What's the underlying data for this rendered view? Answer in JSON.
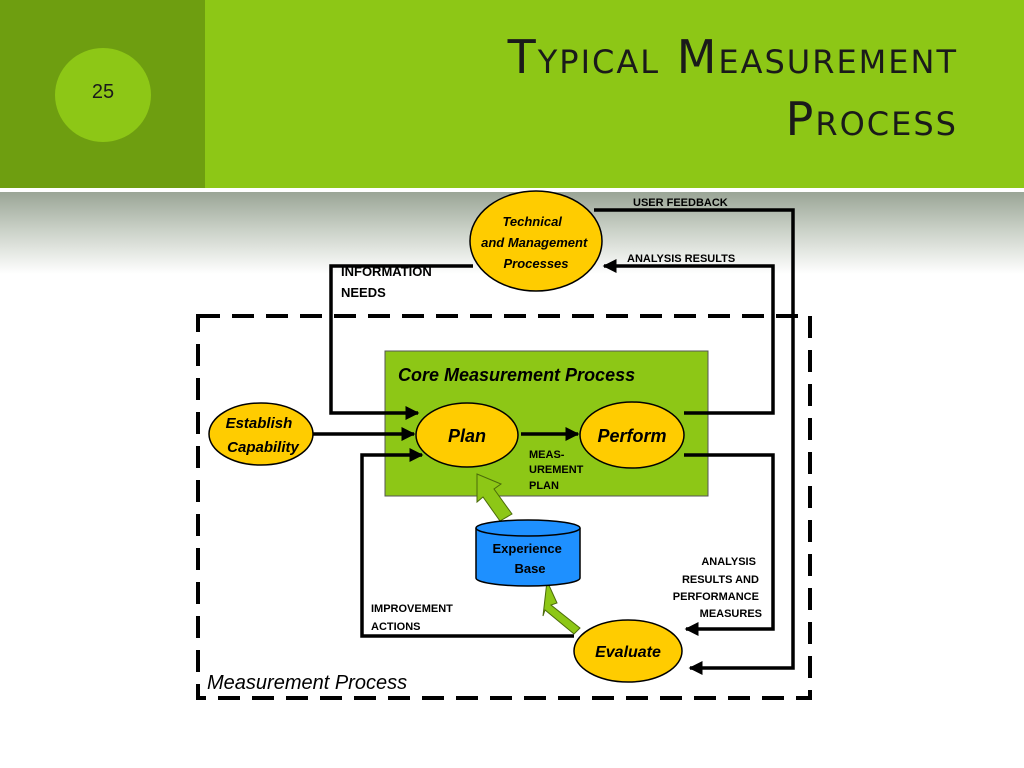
{
  "slide": {
    "number": "25",
    "title_line1": "Typical Measurement",
    "title_line2": "Process"
  },
  "diagram": {
    "nodes": {
      "technical_l1": "Technical",
      "technical_l2": "and Management",
      "technical_l3": "Processes",
      "establish_l1": "Establish",
      "establish_l2": "Capability",
      "plan": "Plan",
      "perform": "Perform",
      "experience_l1": "Experience",
      "experience_l2": "Base",
      "evaluate": "Evaluate"
    },
    "boxes": {
      "core": "Core Measurement Process",
      "outer": "Measurement Process"
    },
    "labels": {
      "user_feedback": "USER FEEDBACK",
      "analysis_results": "ANALYSIS RESULTS",
      "info_needs_l1": "INFORMATION",
      "info_needs_l2": "NEEDS",
      "meas_plan_l1": "MEAS-",
      "meas_plan_l2": "UREMENT",
      "meas_plan_l3": "PLAN",
      "arpm_l1": "ANALYSIS",
      "arpm_l2": "RESULTS AND",
      "arpm_l3": "PERFORMANCE",
      "arpm_l4": "MEASURES",
      "improvement_l1": "IMPROVEMENT",
      "improvement_l2": "ACTIONS"
    },
    "colors": {
      "node_fill": "#ffcc00",
      "core_fill": "#8dc716",
      "cylinder_fill": "#1e90ff",
      "feedback_arrow": "#8dc716"
    }
  }
}
